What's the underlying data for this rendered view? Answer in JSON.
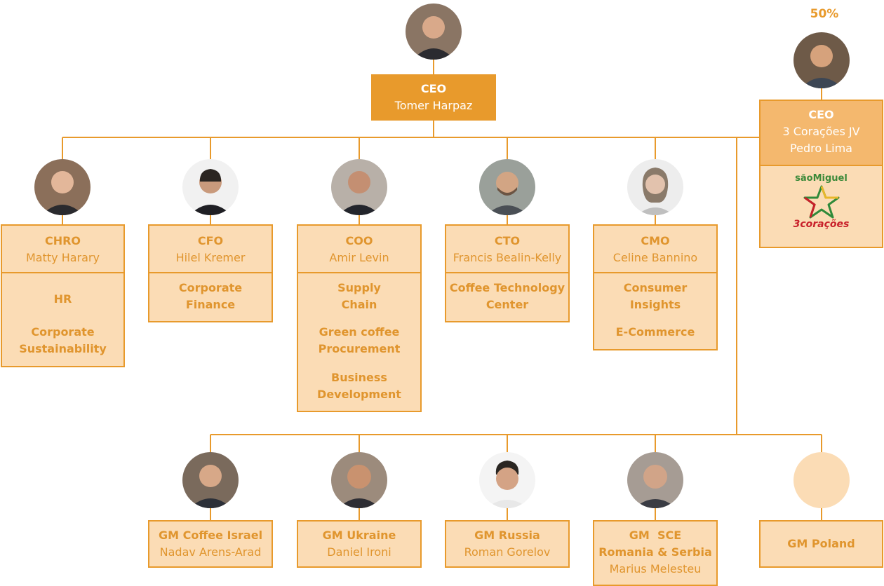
{
  "stake": "50%",
  "ceo": {
    "role": "CEO",
    "name": "Tomer Harpaz"
  },
  "jv": {
    "role": "CEO",
    "company": "3 Corações JV",
    "name": "Pedro Lima",
    "logo_top": "sãoMiguel",
    "logo_bottom": "3corações"
  },
  "executives": [
    {
      "role": "CHRO",
      "name": "Matty Harary",
      "units": [
        "HR",
        "Corporate Sustainability"
      ]
    },
    {
      "role": "CFO",
      "name": "Hilel Kremer",
      "units": [
        "Corporate Finance"
      ]
    },
    {
      "role": "COO",
      "name": "Amir Levin",
      "units": [
        "Supply Chain",
        "Green coffee Procurement",
        "Business Development"
      ]
    },
    {
      "role": "CTO",
      "name": "Francis Bealin-Kelly",
      "units": [
        "Coffee Technology Center"
      ]
    },
    {
      "role": "CMO",
      "name": "Celine Bannino",
      "units": [
        "Consumer Insights",
        "E-Commerce"
      ]
    }
  ],
  "gms": [
    {
      "title": "GM Coffee Israel",
      "name": "Nadav Arens-Arad"
    },
    {
      "title": "GM Ukraine",
      "name": "Daniel Ironi"
    },
    {
      "title": "GM Russia",
      "name": "Roman Gorelov"
    },
    {
      "title": "GM  SCE",
      "subtitle": "Romania & Serbia",
      "name": "Marius Melesteu"
    },
    {
      "title": "GM Poland"
    }
  ],
  "colors": {
    "accent": "#e89a2c",
    "box_fill": "#fbdcb5",
    "jv_header": "#f4b86e",
    "text": "#e0952e"
  }
}
